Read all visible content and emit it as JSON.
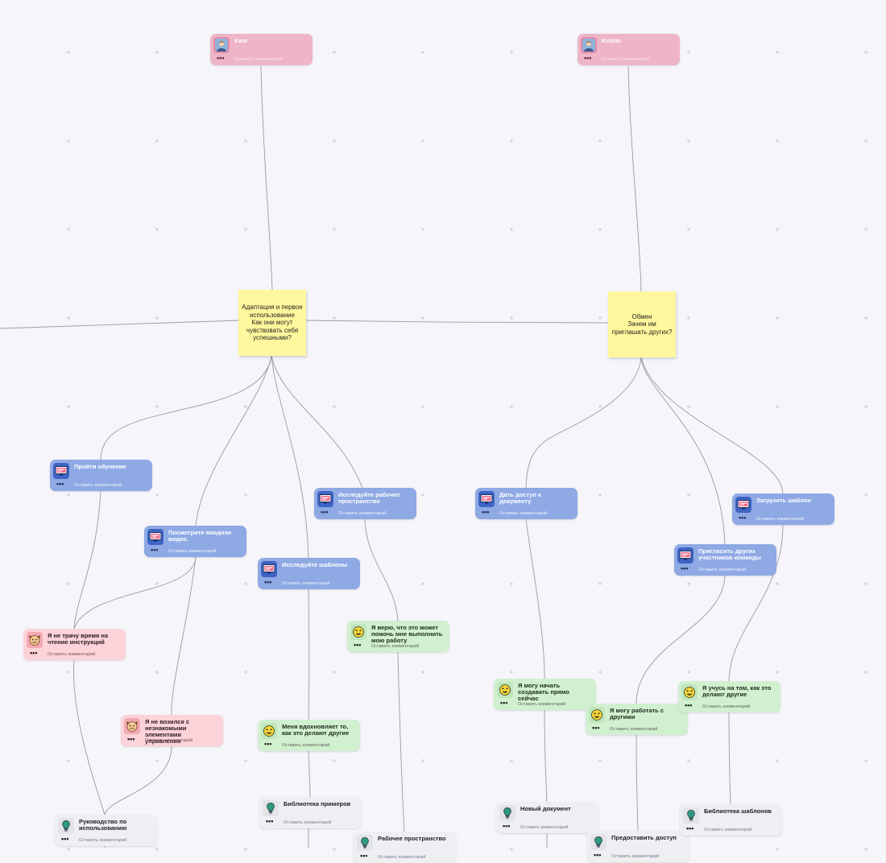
{
  "colors": {
    "persona": "#edb5c7",
    "action": "#8ea9e4",
    "pain": "#fbd3d8",
    "gain": "#d1f0d0",
    "resource": "#eeeff2",
    "sticky": "#fff79d",
    "connector": "#9a9aa3"
  },
  "stickies": [
    {
      "id": "s1",
      "text": "Адаптация и первое использование\nКак они могут чувствовать себя успешными?"
    },
    {
      "id": "s2",
      "text": "Обмен\nЗачем им приглашать других?"
    }
  ],
  "cards": [
    {
      "id": "p1",
      "kind": "pink",
      "icon": "avatar-icon",
      "title": "Kate",
      "comment": "Оставить комментарий"
    },
    {
      "id": "p2",
      "kind": "pink",
      "icon": "avatar-icon",
      "title": "Kristin",
      "comment": "Оставить комментарий"
    },
    {
      "id": "b1",
      "kind": "blue",
      "icon": "screen-icon",
      "title": "Пройти обучение",
      "comment": "Оставить комментарий"
    },
    {
      "id": "b2",
      "kind": "blue",
      "icon": "screen-icon",
      "title": "Посмотрите вводное видео.",
      "comment": "Оставить комментарий"
    },
    {
      "id": "b3",
      "kind": "blue",
      "icon": "screen-icon",
      "title": "Исследуйте шаблоны",
      "comment": "Оставить комментарий"
    },
    {
      "id": "b4",
      "kind": "blue",
      "icon": "screen-icon",
      "title": "Исследуйте рабочее пространство",
      "comment": "Оставить комментарий"
    },
    {
      "id": "b5",
      "kind": "blue",
      "icon": "screen-icon",
      "title": "Дать доступ к документу",
      "comment": "Оставить комментарий"
    },
    {
      "id": "b6",
      "kind": "blue",
      "icon": "screen-icon",
      "title": "Загрузить шаблон",
      "comment": "Оставить комментарий"
    },
    {
      "id": "b7",
      "kind": "blue",
      "icon": "screen-icon",
      "title": "Пригласить других участников команды",
      "comment": "Оставить комментарий"
    },
    {
      "id": "r1",
      "kind": "red",
      "icon": "sad-face-icon",
      "title": "Я не трачу время на чтение инструкций",
      "comment": "Оставить комментарий"
    },
    {
      "id": "r2",
      "kind": "red",
      "icon": "sad-face-icon",
      "title": "Я не возился с незнакомыми элементами управления",
      "comment": "Оставить комментарий"
    },
    {
      "id": "g1",
      "kind": "green",
      "icon": "star-face-icon",
      "title": "Я верю, что это может помочь мне выполнить мою работу",
      "comment": "Оставить комментарий"
    },
    {
      "id": "g2",
      "kind": "green",
      "icon": "star-face-icon",
      "title": "Меня вдохновляет то, как это делают другие",
      "comment": "Оставить комментарий"
    },
    {
      "id": "g3",
      "kind": "green",
      "icon": "star-face-icon",
      "title": "Я могу начать создавать прямо сейчас",
      "comment": "Оставить комментарий"
    },
    {
      "id": "g4",
      "kind": "green",
      "icon": "star-face-icon",
      "title": "Я могу работать с другими",
      "comment": "Оставить комментарий"
    },
    {
      "id": "g5",
      "kind": "green",
      "icon": "star-face-icon",
      "title": "Я учусь на том, как это делают другие",
      "comment": "Оставить комментарий"
    },
    {
      "id": "t1",
      "kind": "grey",
      "icon": "lightbulb-icon",
      "title": "Руководство по использованию",
      "comment": "Оставить комментарий"
    },
    {
      "id": "t2",
      "kind": "grey",
      "icon": "lightbulb-icon",
      "title": "Библиотека примеров",
      "comment": "Оставить комментарий"
    },
    {
      "id": "t3",
      "kind": "grey",
      "icon": "lightbulb-icon",
      "title": "Рабочее пространство",
      "comment": "Оставить комментарий"
    },
    {
      "id": "t4",
      "kind": "grey",
      "icon": "lightbulb-icon",
      "title": "Новый документ",
      "comment": "Оставить комментарий"
    },
    {
      "id": "t5",
      "kind": "grey",
      "icon": "lightbulb-icon",
      "title": "Предоставить доступ",
      "comment": "Оставить комментарий"
    },
    {
      "id": "t6",
      "kind": "grey",
      "icon": "lightbulb-icon",
      "title": "Библиотека шаблонов",
      "comment": "Оставить комментарий"
    }
  ],
  "card_more_glyph": "•••"
}
